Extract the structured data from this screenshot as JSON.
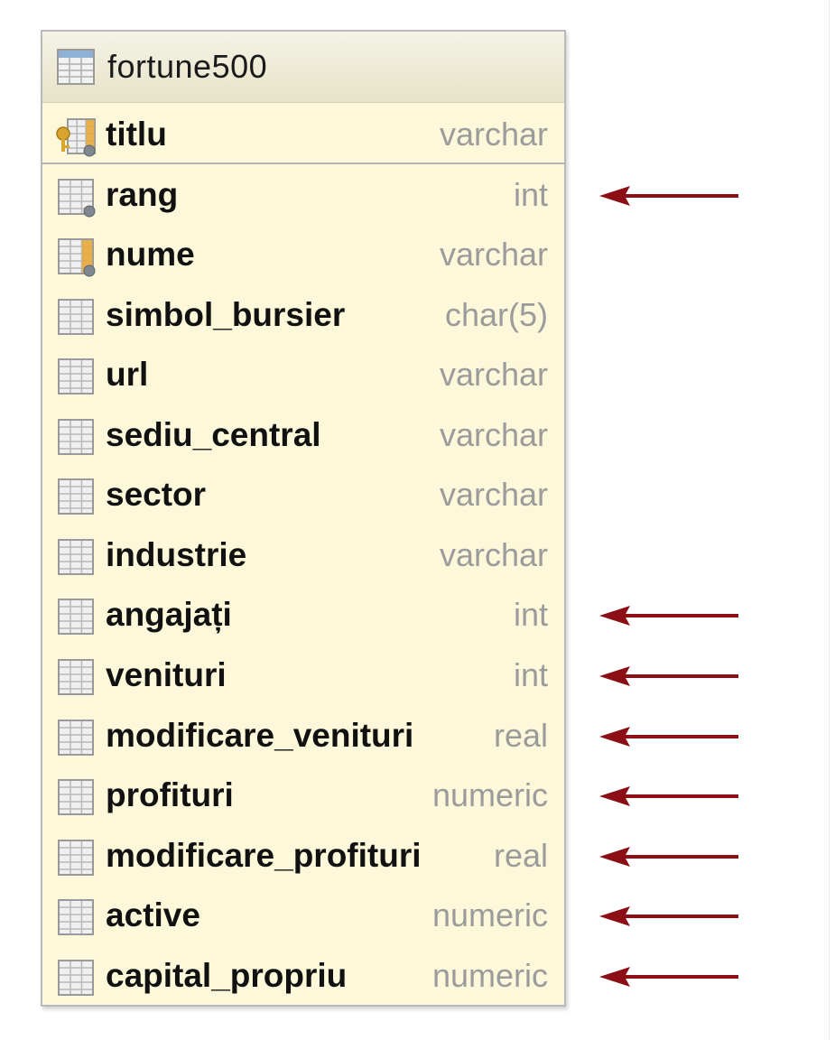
{
  "table": {
    "title": "fortune500",
    "columns": [
      {
        "name": "titlu",
        "type": "varchar",
        "icon": "primary-key-column-icon",
        "arrow": false
      },
      {
        "name": "rang",
        "type": "int",
        "icon": "indexed-column-icon",
        "arrow": true
      },
      {
        "name": "nume",
        "type": "varchar",
        "icon": "unique-indexed-column-icon",
        "arrow": false
      },
      {
        "name": "simbol_bursier",
        "type": "char(5)",
        "icon": "column-icon",
        "arrow": false
      },
      {
        "name": "url",
        "type": "varchar",
        "icon": "column-icon",
        "arrow": false
      },
      {
        "name": "sediu_central",
        "type": "varchar",
        "icon": "column-icon",
        "arrow": false
      },
      {
        "name": "sector",
        "type": "varchar",
        "icon": "column-icon",
        "arrow": false
      },
      {
        "name": "industrie",
        "type": "varchar",
        "icon": "column-icon",
        "arrow": false
      },
      {
        "name": "angajați",
        "type": "int",
        "icon": "column-icon",
        "arrow": true
      },
      {
        "name": "venituri",
        "type": "int",
        "icon": "column-icon",
        "arrow": true
      },
      {
        "name": "modificare_venituri",
        "type": "real",
        "icon": "column-icon",
        "arrow": true
      },
      {
        "name": "profituri",
        "type": "numeric",
        "icon": "column-icon",
        "arrow": true
      },
      {
        "name": "modificare_profituri",
        "type": "real",
        "icon": "column-icon",
        "arrow": true
      },
      {
        "name": "active",
        "type": "numeric",
        "icon": "column-icon",
        "arrow": true
      },
      {
        "name": "capital_propriu",
        "type": "numeric",
        "icon": "column-icon",
        "arrow": true
      }
    ]
  },
  "colors": {
    "card_background": "#fdf8d9",
    "arrow": "#8b0f15",
    "type_text": "#9b9b9b",
    "name_text": "#111111"
  }
}
